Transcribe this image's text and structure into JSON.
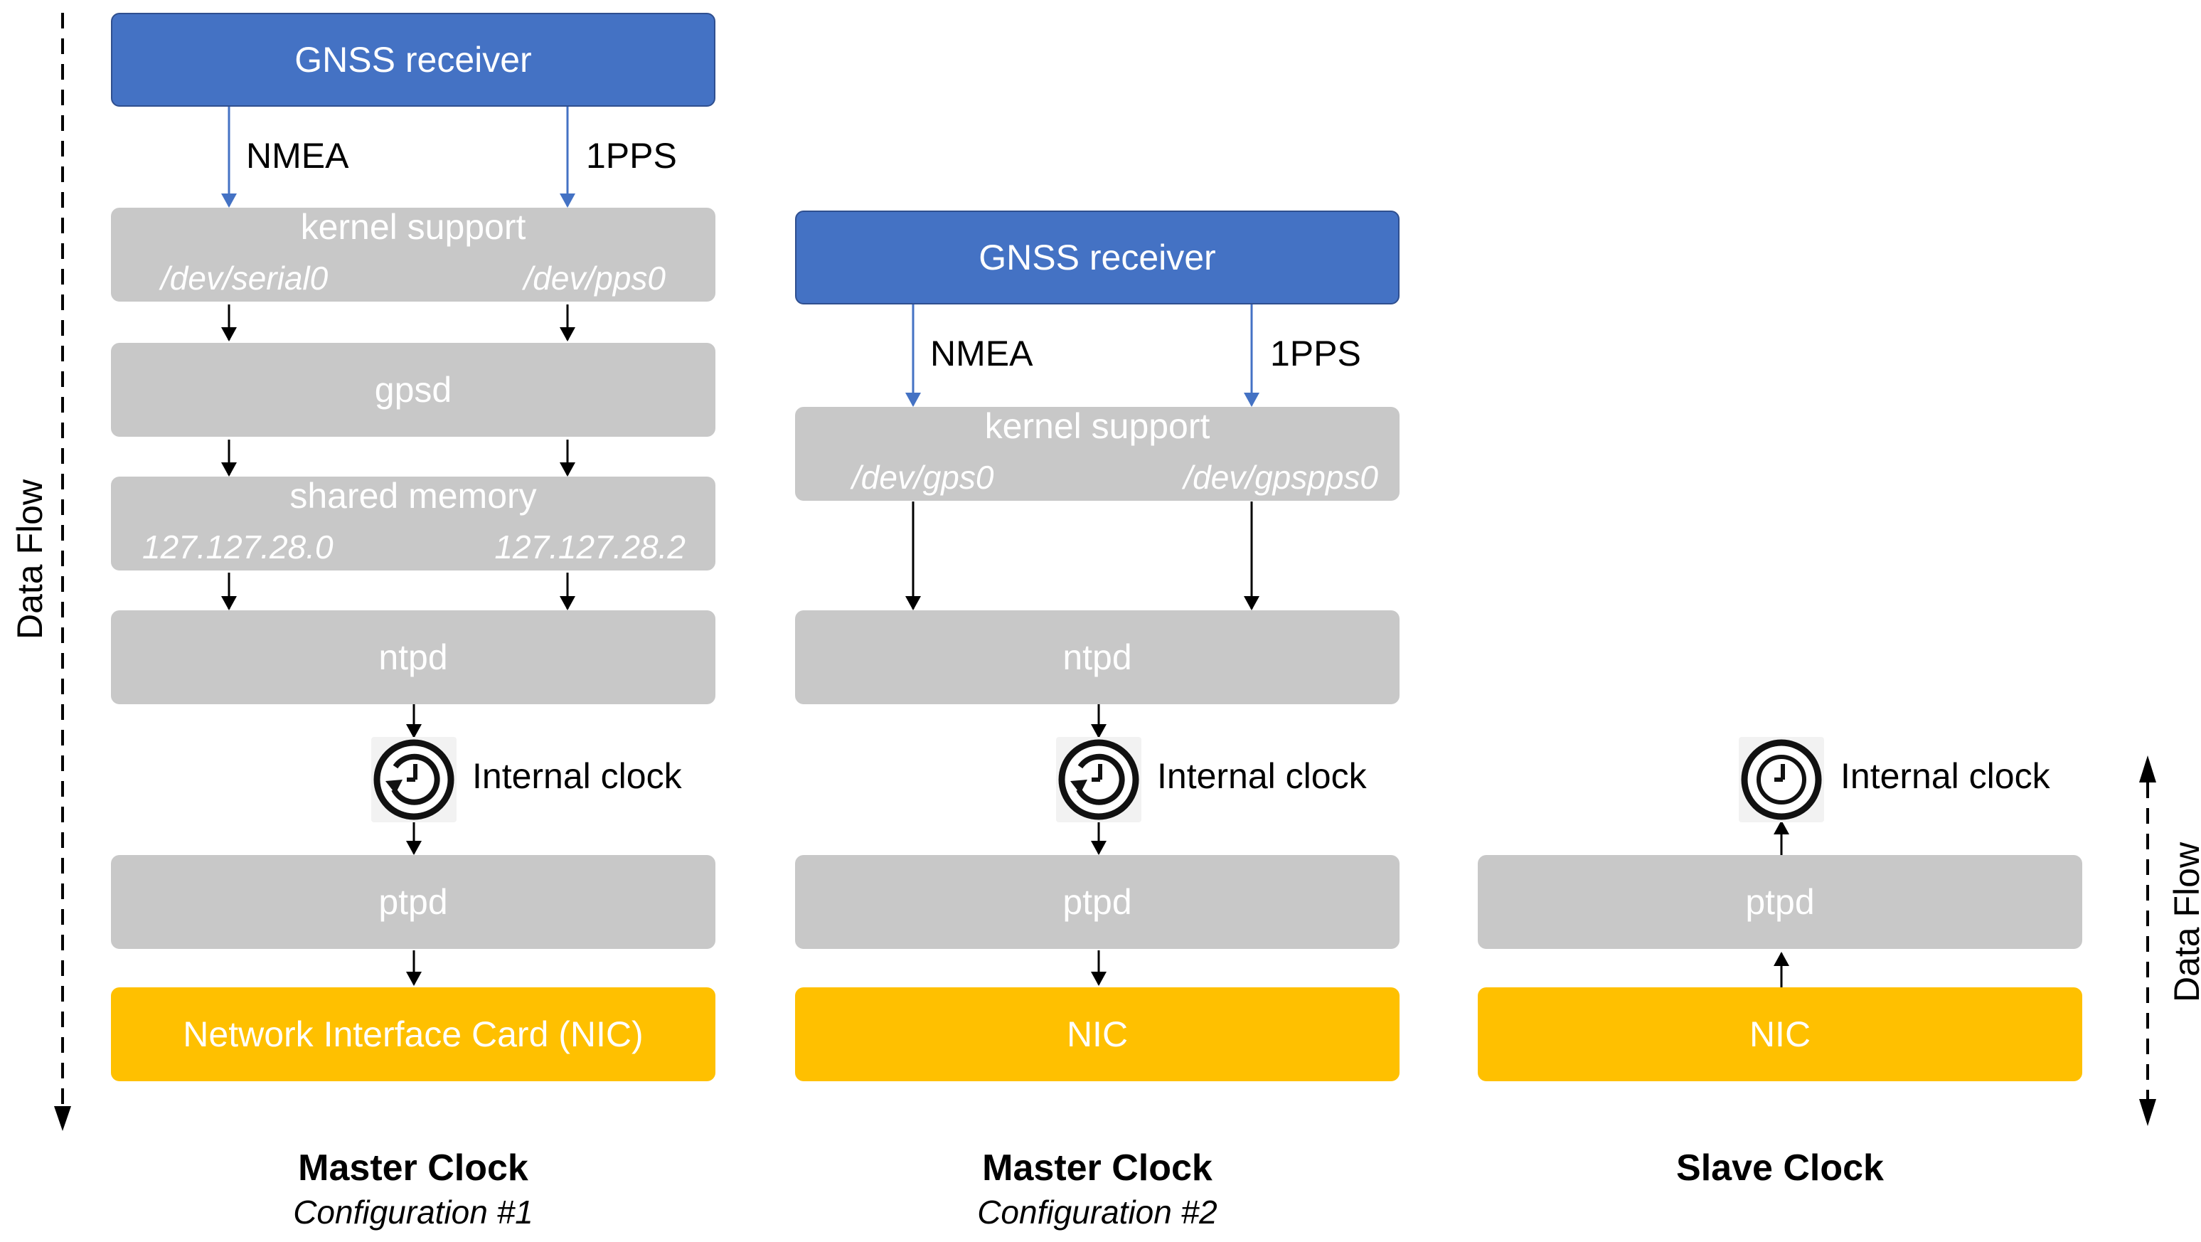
{
  "axis": {
    "left_label": "Data Flow",
    "right_label": "Data Flow"
  },
  "col1": {
    "gnss": "GNSS receiver",
    "sig_left": "NMEA",
    "sig_right": "1PPS",
    "kernel": "kernel support",
    "kernel_left": "/dev/serial0",
    "kernel_right": "/dev/pps0",
    "gpsd": "gpsd",
    "shm": "shared memory",
    "shm_left": "127.127.28.0",
    "shm_right": "127.127.28.2",
    "ntpd": "ntpd",
    "clock": "Internal clock",
    "ptpd": "ptpd",
    "nic": "Network Interface Card (NIC)",
    "title": "Master Clock",
    "subtitle": "Configuration #1"
  },
  "col2": {
    "gnss": "GNSS receiver",
    "sig_left": "NMEA",
    "sig_right": "1PPS",
    "kernel": "kernel support",
    "kernel_left": "/dev/gps0",
    "kernel_right": "/dev/gpspps0",
    "ntpd": "ntpd",
    "clock": "Internal clock",
    "ptpd": "ptpd",
    "nic": "NIC",
    "title": "Master Clock",
    "subtitle": "Configuration #2"
  },
  "col3": {
    "clock": "Internal clock",
    "ptpd": "ptpd",
    "nic": "NIC",
    "title": "Slave Clock"
  },
  "colors": {
    "blue": "#4472c4",
    "gray": "#c8c8c8",
    "yellow": "#ffc000",
    "arrow_blue": "#4472c4",
    "arrow_black": "#000000"
  }
}
